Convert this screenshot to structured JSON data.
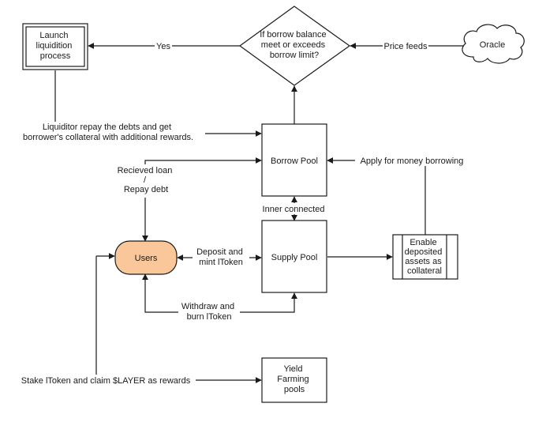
{
  "colors": {
    "users_fill": "#f9c79a",
    "stroke": "#1a1a1a",
    "background": "#ffffff"
  },
  "nodes": {
    "launch": {
      "lines": [
        "Launch",
        "liquidition",
        "process"
      ]
    },
    "decision": {
      "lines": [
        "If borrow balance",
        "meet or exceeds",
        "borrow limit?"
      ]
    },
    "oracle": {
      "lines": [
        "Oracle"
      ]
    },
    "borrow_pool": {
      "lines": [
        "Borrow Pool"
      ]
    },
    "supply_pool": {
      "lines": [
        "Supply Pool"
      ]
    },
    "users": {
      "lines": [
        "Users"
      ]
    },
    "collateral": {
      "lines": [
        "Enable",
        "deposited",
        "assets as",
        "collateral"
      ]
    },
    "yield": {
      "lines": [
        "Yield",
        "Farming",
        "pools"
      ]
    }
  },
  "edges": {
    "yes": {
      "lines": [
        "Yes"
      ]
    },
    "price_feeds": {
      "lines": [
        "Price feeds"
      ]
    },
    "liquidator": {
      "lines": [
        "Liquiditor repay the debts and get",
        "borrower's collateral with additional rewards."
      ]
    },
    "received_loan": {
      "lines": [
        "Recieved loan",
        "/",
        "Repay debt"
      ]
    },
    "apply_borrow": {
      "lines": [
        "Apply for money borrowing"
      ]
    },
    "inner_connected": {
      "lines": [
        "Inner connected"
      ]
    },
    "deposit": {
      "lines": [
        "Deposit and",
        "mint lToken"
      ]
    },
    "withdraw": {
      "lines": [
        "Withdraw and",
        "burn lToken"
      ]
    },
    "stake": {
      "lines": [
        "Stake lToken and claim $LAYER as rewards"
      ]
    }
  }
}
